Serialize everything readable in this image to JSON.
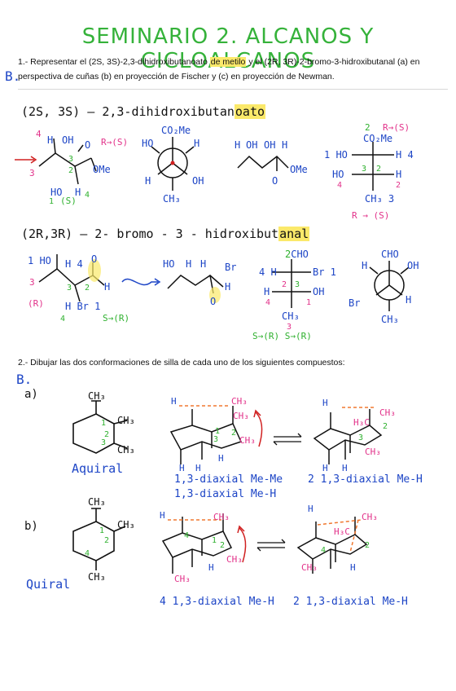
{
  "title": "SEMINARIO 2. ALCANOS Y CICLOALCANOS",
  "q1": {
    "line1_pre": "1.- Representar el (2",
    "line1_text_a": "1.- Representar el (2S, 3S)-2,3-dihidroxibutanoato ",
    "line1_hl": "de metilo",
    "line1_text_b": " y el (2R, 3R)-2-bromo-3-hidroxibutanal (a) en",
    "line2": "perspectiva de cuñas (b) en proyección de Fischer y (c) en proyección de Newman.",
    "mark": "B."
  },
  "part_a": {
    "heading_pre": "(2S, 3S) – 2,3-dihidroxibutan",
    "heading_hl": "oato",
    "r_to_s": "R → (S)",
    "conf1_label": "1 (S)",
    "fischer_top": "CO₂Me",
    "fischer_bottom": "CH₃",
    "fischer_label": "R → (S)"
  },
  "part_b": {
    "heading_pre": "(2R,3R) – 2- bromo - 3 - hidroxibut",
    "heading_hl": "anal",
    "s_to_r": "S → (R)",
    "r_label": "(R)",
    "fischer_top": "CHO",
    "fischer_bottom": "CH₃",
    "bottom_label": "S → (R)  S → (R)"
  },
  "q2": {
    "text": "2.- Dibujar las dos conformaciones de silla de cada uno de los siguientes compuestos:",
    "mark": "B.",
    "a_label": "a)",
    "a_chirality": "Aquiral",
    "a_note1": "1,3-diaxial Me-Me",
    "a_note2": "1,3-diaxial Me-H",
    "a_note3": "2 1,3-diaxial Me-H",
    "b_label": "b)",
    "b_chirality": "Quiral",
    "b_note1": "4 1,3-diaxial Me-H",
    "b_note2": "2 1,3-diaxial Me-H"
  },
  "colors": {
    "green": "#35b23a",
    "blue": "#1d45c6",
    "pink": "#e2328a",
    "highlight": "#fbe96a",
    "orange": "#f07830"
  }
}
